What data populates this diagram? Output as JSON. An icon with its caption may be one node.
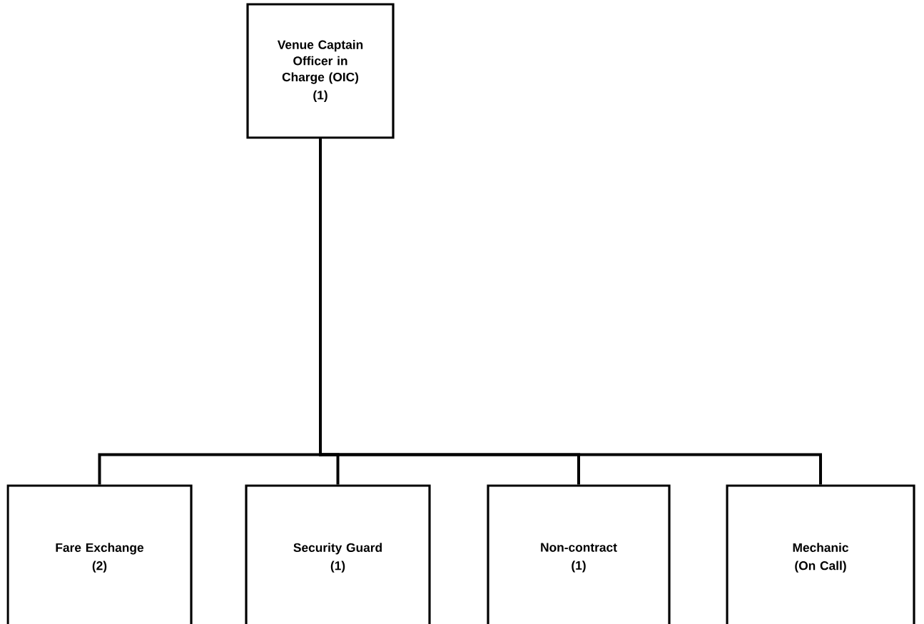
{
  "diagram": {
    "nodes": [
      {
        "text": [
          "Venue Captain Officer in Charge (OIC)",
          "(1)"
        ]
      },
      {
        "text": [
          "Fare Exchange",
          "(2)"
        ]
      },
      {
        "text": [
          "Security Guard",
          "(1)"
        ]
      },
      {
        "text": [
          "Non-contract",
          "(1)"
        ]
      },
      {
        "text": [
          "Mechanic",
          "(On Call)"
        ]
      }
    ],
    "edges": [
      {
        "from": 0,
        "to": 1,
        "arrow": "none"
      },
      {
        "from": 0,
        "to": 2,
        "arrow": "none"
      },
      {
        "from": 0,
        "to": 3,
        "arrow": "none"
      },
      {
        "from": 0,
        "to": 4,
        "arrow": "none"
      }
    ]
  }
}
